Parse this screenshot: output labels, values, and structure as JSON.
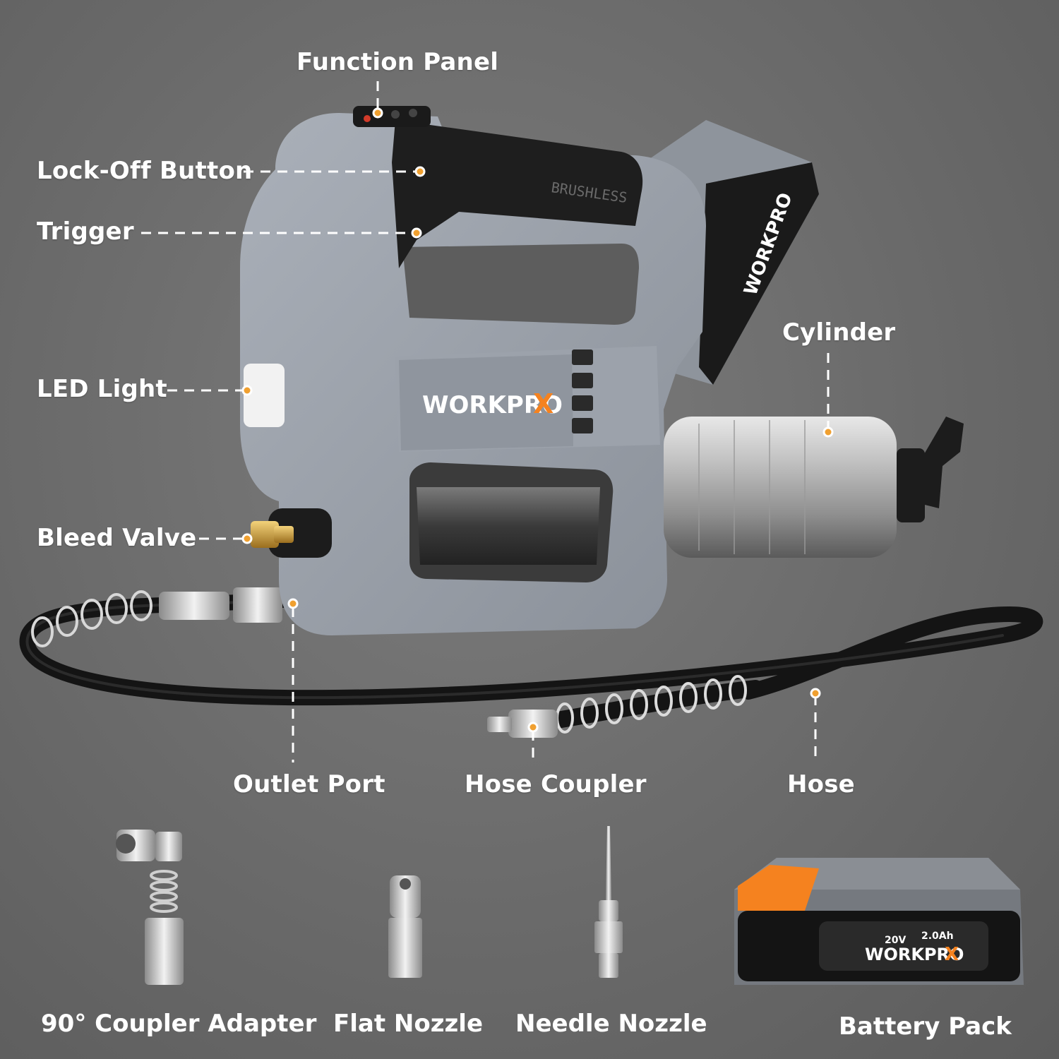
{
  "callouts": {
    "function_panel": "Function Panel",
    "lock_off_button": "Lock-Off Button",
    "trigger": "Trigger",
    "led_light": "LED Light",
    "bleed_valve": "Bleed Valve",
    "cylinder": "Cylinder",
    "outlet_port": "Outlet Port",
    "hose_coupler": "Hose Coupler",
    "hose": "Hose"
  },
  "accessories": {
    "coupler_adapter": "90° Coupler Adapter",
    "flat_nozzle": "Flat Nozzle",
    "needle_nozzle": "Needle Nozzle",
    "battery_pack": "Battery Pack"
  },
  "product": {
    "brand_wordmark": "WORKPRO",
    "brand_mark": "X",
    "handle_text": "BRUSHLESS",
    "battery_voltage": "20V",
    "battery_capacity": "2.0Ah"
  },
  "colors": {
    "background": "#6d6d6d",
    "body_gray": "#9aa0aa",
    "accent_orange": "#f5821f",
    "dot_orange": "#f0a030"
  }
}
